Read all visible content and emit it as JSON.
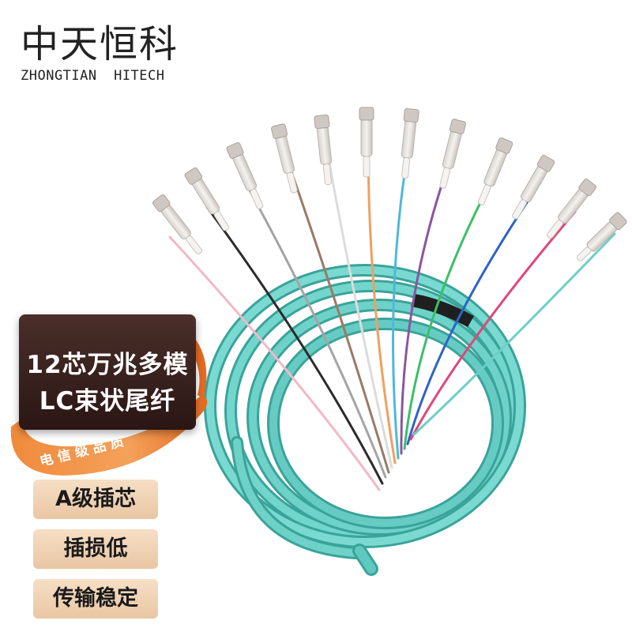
{
  "brand": {
    "name_cn": "中天恒科",
    "name_en": "ZHONGTIAN  HITECH"
  },
  "title": {
    "line1": "12芯万兆多模",
    "line2": "LC束状尾纤"
  },
  "ribbon": {
    "text": "电 信 级 品 质"
  },
  "features": [
    "A级插芯",
    "插损低",
    "传输稳定"
  ],
  "colors": {
    "cable_jacket": "#5fc9c0",
    "title_card": "#3a201d",
    "ribbon": "#e8732a",
    "feature_bg": "#f3d6b8"
  },
  "fibers": [
    {
      "name": "pink",
      "color": "#f2b8c6"
    },
    {
      "name": "black",
      "color": "#2b2b2b"
    },
    {
      "name": "gray",
      "color": "#a4a4a4"
    },
    {
      "name": "brown",
      "color": "#9a7a66"
    },
    {
      "name": "white",
      "color": "#e8e8e8"
    },
    {
      "name": "orange",
      "color": "#f0a060"
    },
    {
      "name": "aqua",
      "color": "#4fb7dc"
    },
    {
      "name": "violet",
      "color": "#8a55a0"
    },
    {
      "name": "green",
      "color": "#3bbf6a"
    },
    {
      "name": "blue",
      "color": "#2f63c9"
    },
    {
      "name": "rose",
      "color": "#e0477a"
    },
    {
      "name": "aqua-tail",
      "color": "#6ccfc6"
    }
  ]
}
